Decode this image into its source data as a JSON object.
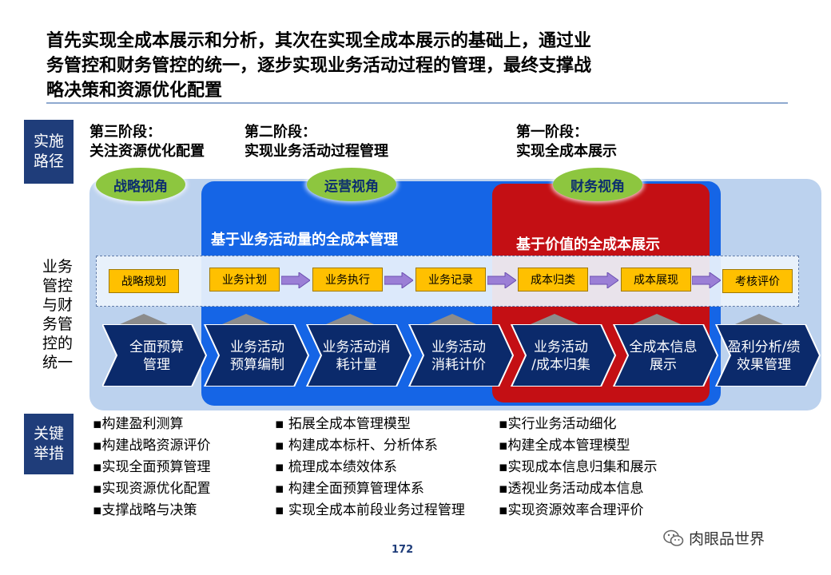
{
  "title_lines": [
    "首先实现全成本展示和分析，其次在实现全成本展示的基础上，通过业",
    "务管控和财务管控的统一，逐步实现业务活动过程的管理，最终支撑战",
    "略决策和资源优化配置"
  ],
  "side_labels": {
    "path": "实施 路径",
    "measures": "关键 举措"
  },
  "stages": [
    {
      "title": "第三阶段：",
      "subtitle": "关注资源优化配置"
    },
    {
      "title": "第二阶段：",
      "subtitle": "实现业务活动过程管理"
    },
    {
      "title": "第一阶段：",
      "subtitle": "实现全成本展示"
    }
  ],
  "perspectives": [
    "战略视角",
    "运营视角",
    "财务视角"
  ],
  "band_titles": {
    "blue": "基于业务活动量的全成本管理",
    "red": "基于价值的全成本展示"
  },
  "left_vertical": [
    "业务",
    "管控",
    "与财",
    "务管",
    "控的",
    "统一"
  ],
  "process_steps": [
    "战略规划",
    "业务计划",
    "业务执行",
    "业务记录",
    "成本归类",
    "成本展现",
    "考核评价"
  ],
  "chevrons": [
    [
      "全面预算",
      "管理"
    ],
    [
      "业务活动",
      "预算编制"
    ],
    [
      "业务活动消",
      "耗计量"
    ],
    [
      "业务活动",
      "消耗计价"
    ],
    [
      "业务活动",
      "/成本归集"
    ],
    [
      "全成本信息",
      "展示"
    ],
    [
      "盈利分析/绩",
      "效果管理"
    ]
  ],
  "measures": {
    "col1": [
      "▪构建盈利测算",
      "▪构建战略资源评价",
      "▪实现全面预算管理",
      "▪实现资源优化配置",
      "▪支撑战略与决策"
    ],
    "col2": [
      "▪ 拓展全成本管理模型",
      "▪ 构建成本标杆、分析体系",
      "▪ 梳理成本绩效体系",
      "▪ 构建全面预算管理体系",
      "▪ 实现全成本前段业务过程管理"
    ],
    "col3": [
      "▪实行业务活动细化",
      "▪构建全成本管理模型",
      "▪实现成本信息归集和展示",
      "▪透视业务活动成本信息",
      "▪实现资源效率合理评价"
    ]
  },
  "page_number": "172",
  "watermark": "肉眼品世界",
  "colors": {
    "navy": "#1f3d7a",
    "blue_panel": "#1565e6",
    "red_panel": "#c40f14",
    "light_panel": "#bcd2ee",
    "oval_green": "#8dc63f",
    "step_yellow": "#ffc000",
    "arrow_purple": "#9b7fd6",
    "chevron_navy": "#0b2a6b"
  }
}
